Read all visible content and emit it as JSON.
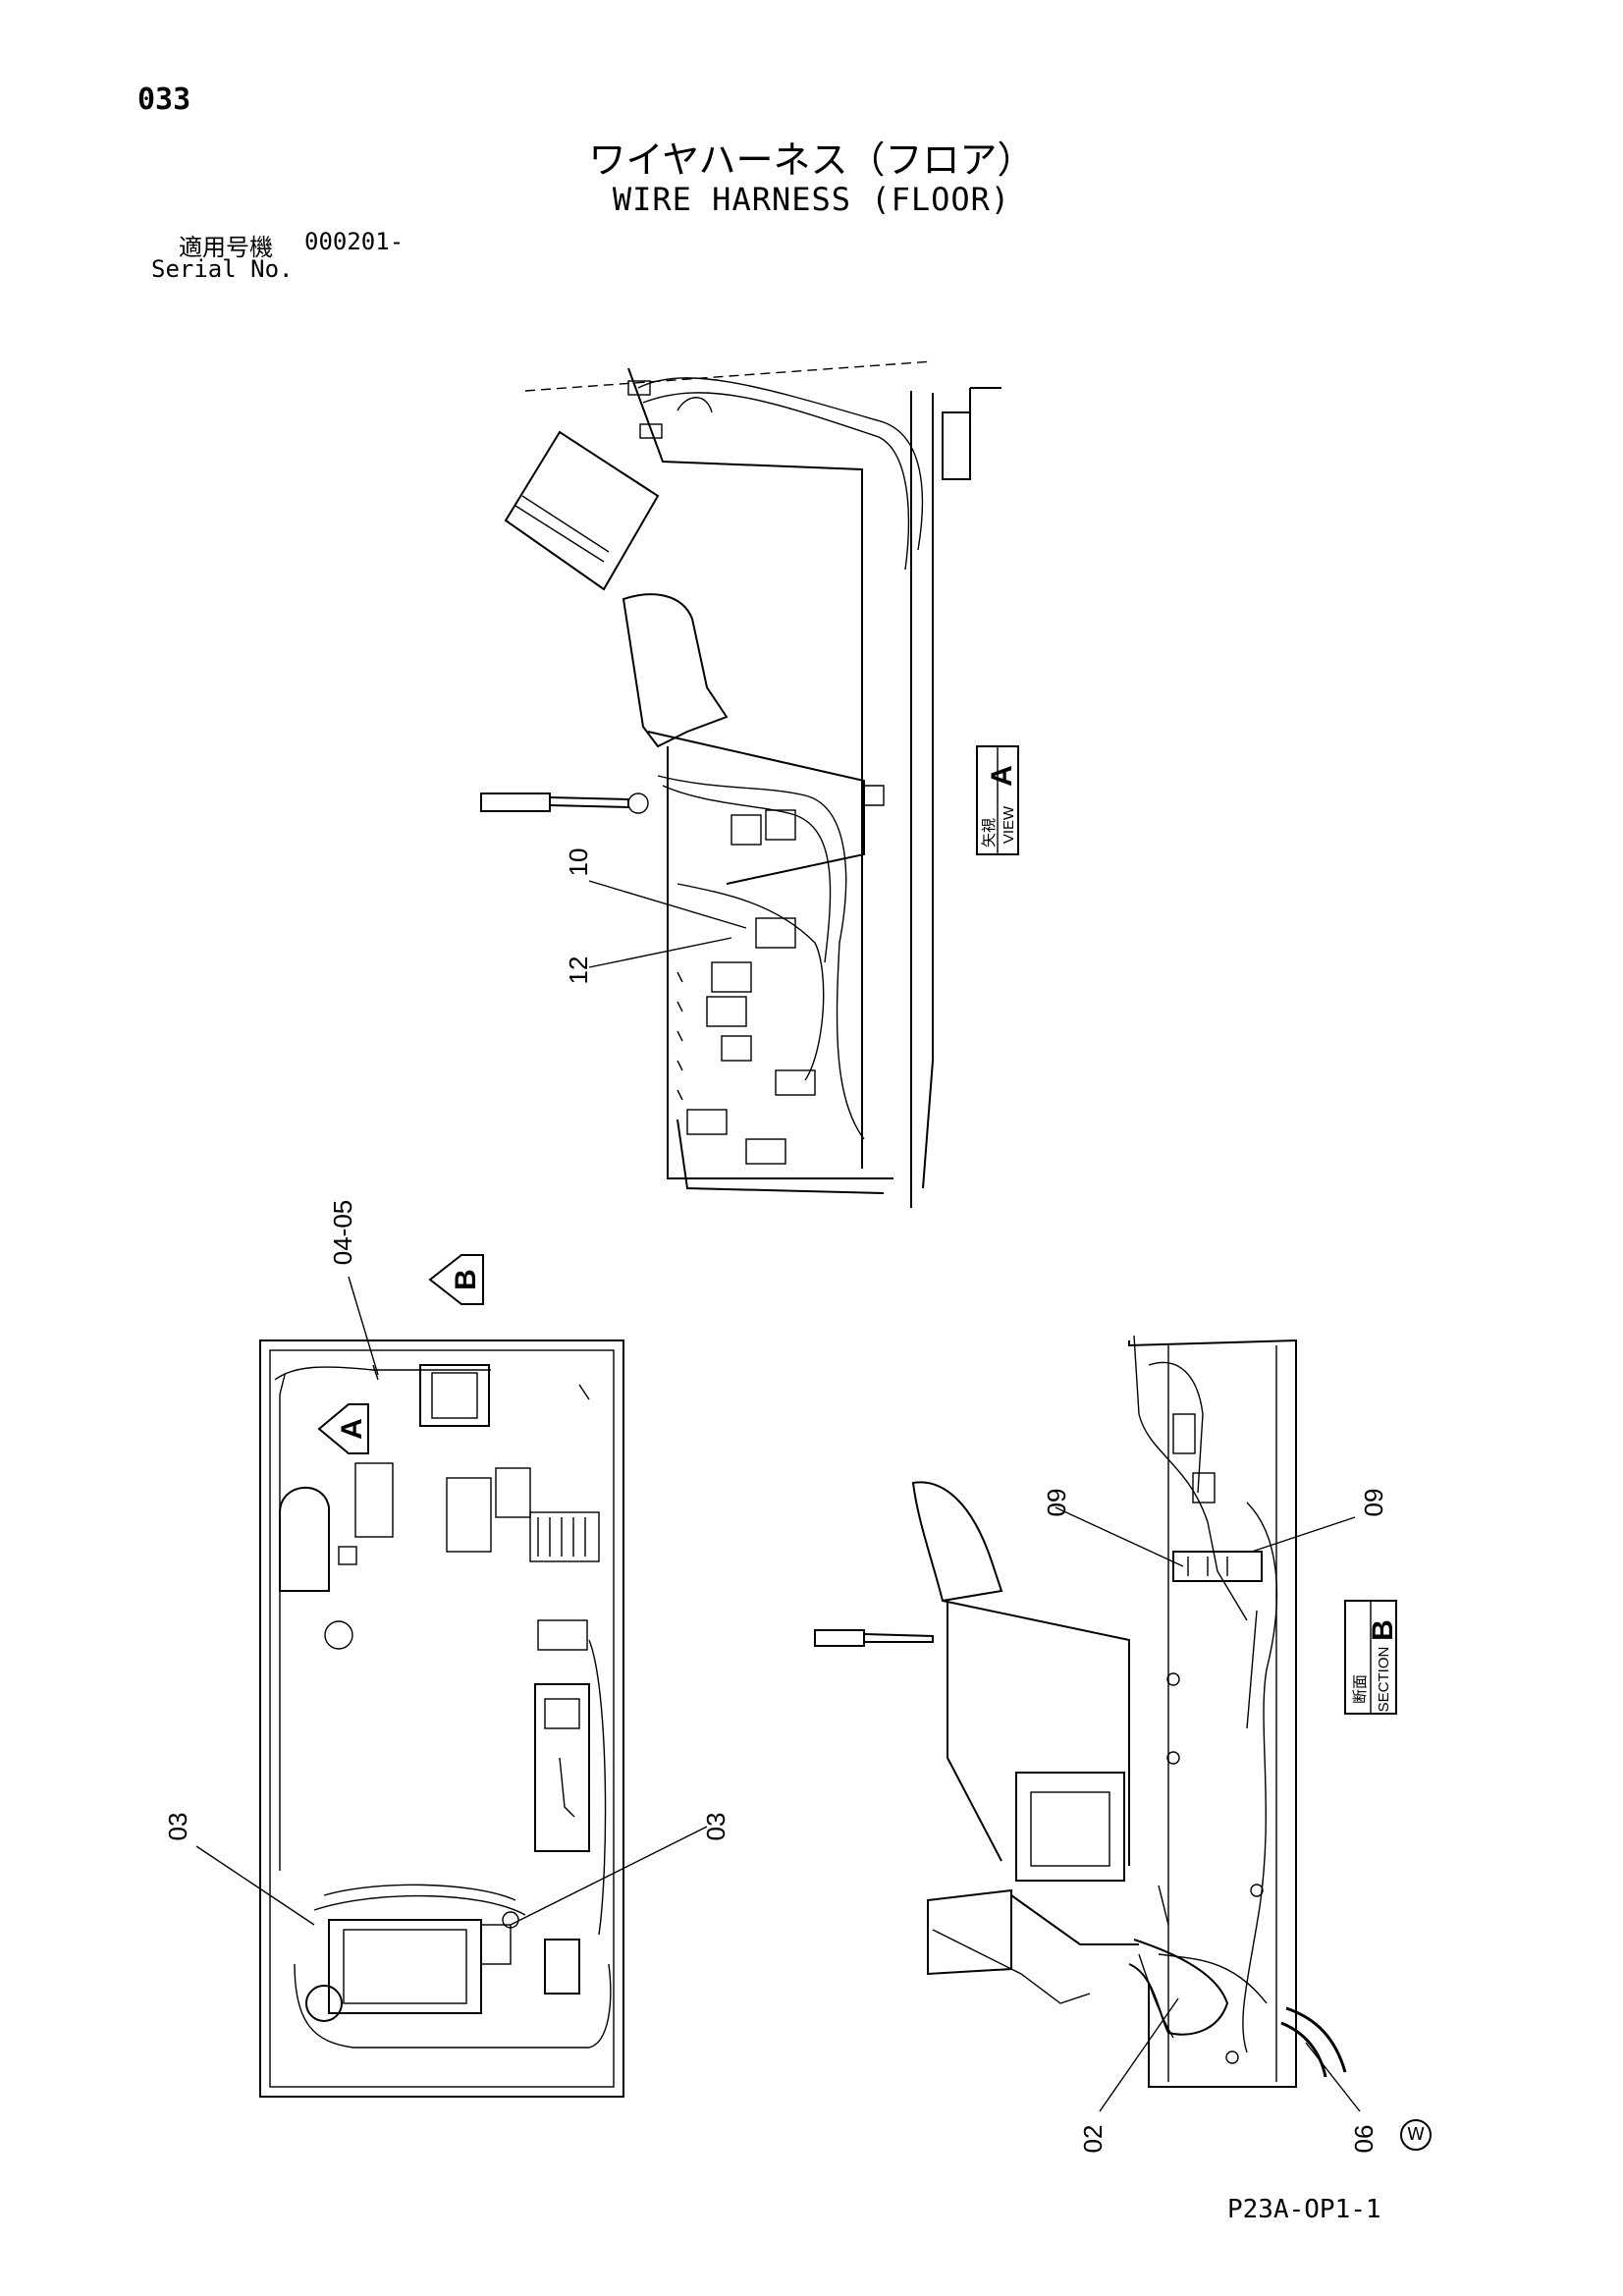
{
  "page_number": "033",
  "title_jp": "ワイヤハーネス（フロア）",
  "title_en": "WIRE HARNESS (FLOOR)",
  "serial": {
    "label_jp": "適用号機",
    "number": "000201-",
    "label_en": "Serial No."
  },
  "view_a": {
    "letter": "A",
    "label_jp": "矢視",
    "label_en": "VIEW"
  },
  "section_b": {
    "letter": "B",
    "label_jp": "断面",
    "label_en": "SECTION"
  },
  "part_callouts": [
    "10",
    "12",
    "04-05",
    "03",
    "03",
    "09",
    "09",
    "02",
    "06"
  ],
  "arrow_markers": [
    "A",
    "B"
  ],
  "doc_code": "P23A-OP1-1",
  "w_mark": "W"
}
